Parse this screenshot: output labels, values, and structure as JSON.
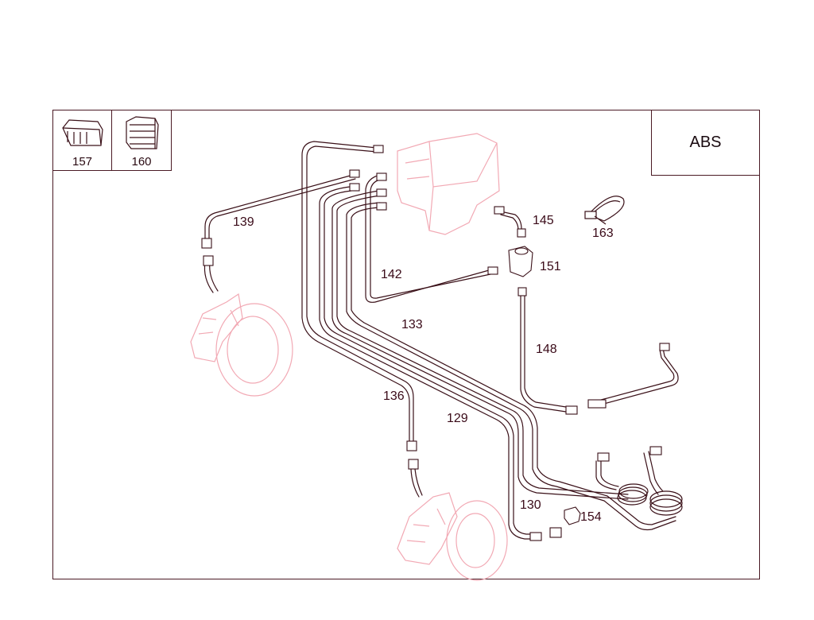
{
  "section_label": "ABS",
  "thumbnails": [
    {
      "id": "157",
      "label": "157"
    },
    {
      "id": "160",
      "label": "160"
    }
  ],
  "callouts": {
    "c129": "129",
    "c130": "130",
    "c133": "133",
    "c136": "136",
    "c139": "139",
    "c142": "142",
    "c145": "145",
    "c148": "148",
    "c151": "151",
    "c154": "154",
    "c163": "163"
  },
  "colors": {
    "line": "#3a1018",
    "ghost": "#f2a9b4",
    "frame": "#4a1a24"
  }
}
